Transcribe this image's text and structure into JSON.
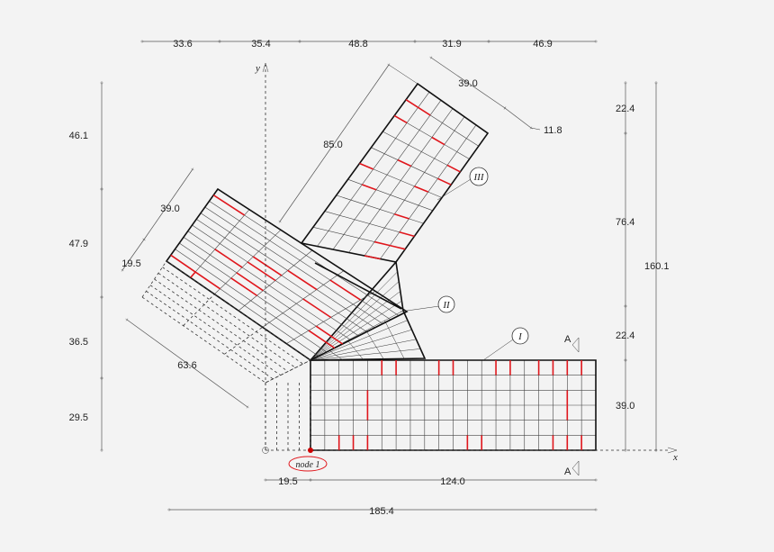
{
  "axes": {
    "x_label": "x",
    "y_label": "y"
  },
  "regions": [
    "I",
    "II",
    "III"
  ],
  "node_label": "node 1",
  "section_marks": [
    "A",
    "A"
  ],
  "dimensions": {
    "top": [
      "33.6",
      "35.4",
      "48.8",
      "31.9",
      "46.9"
    ],
    "left": [
      "46.1",
      "47.9",
      "36.5",
      "29.5"
    ],
    "right_inner": [
      "22.4",
      "76.4",
      "22.4",
      "39.0"
    ],
    "right_total": "160.1",
    "bottom_offsets": [
      "19.5",
      "124.0"
    ],
    "bottom_total": "185.4",
    "inclined": {
      "branch_length": "85.0",
      "upper_right_width": "39.0",
      "upper_right_offset": "11.8",
      "left_branch_width": "39.0",
      "left_branch_offset": "19.5",
      "lower_left": "63.6"
    }
  },
  "colors": {
    "outline": "#111111",
    "highlight": "#e0161c",
    "background": "#f3f3f3"
  }
}
